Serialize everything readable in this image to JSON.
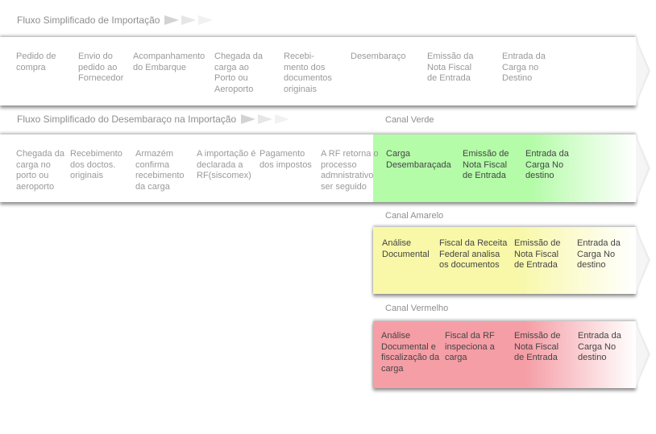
{
  "flow1": {
    "title": "Fluxo Simplificado de Importação",
    "steps": [
      "Pedido de compra",
      "Envio do pedido ao Fornecedor",
      "Acompanhamento do Embarque",
      "Chegada da carga ao Porto ou Aeroporto",
      "Recebi-mento dos documentos originais",
      "Desembaraço",
      "Emissão da Nota Fiscal de Entrada",
      "Entrada da Carga no Destino"
    ]
  },
  "flow2": {
    "title": "Fluxo Simplificado do Desembaraço na Importação",
    "steps": [
      "Chegada da carga no porto ou aeroporto",
      "Recebimento dos doctos. originais",
      "Armazém confirma recebimento da carga",
      "A importação é declarada a RF(siscomex)",
      "Pagamento dos impostos",
      "A RF retorna o processo admnistrativo ser seguido"
    ]
  },
  "canal_verde": {
    "label": "Canal Verde",
    "color": "#b4fca8",
    "steps": [
      "Carga Desembaraçada",
      "Emissão de Nota Fiscal de Entrada",
      "Entrada da Carga No destino"
    ]
  },
  "canal_amarelo": {
    "label": "Canal Amarelo",
    "color": "#f8f8a8",
    "steps": [
      "Análise Documental",
      "Fiscal da Receita Federal analisa os documentos",
      "Emissão de Nota Fiscal de Entrada",
      "Entrada da Carga No destino"
    ]
  },
  "canal_vermelho": {
    "label": "Canal Vermelho",
    "color": "#f59ea6",
    "steps": [
      "Análise Documental e fiscalização da carga",
      "Fiscal da RF inspeciona a carga",
      "Emissão de Nota Fiscal de Entrada",
      "Entrada da Carga No destino"
    ]
  }
}
